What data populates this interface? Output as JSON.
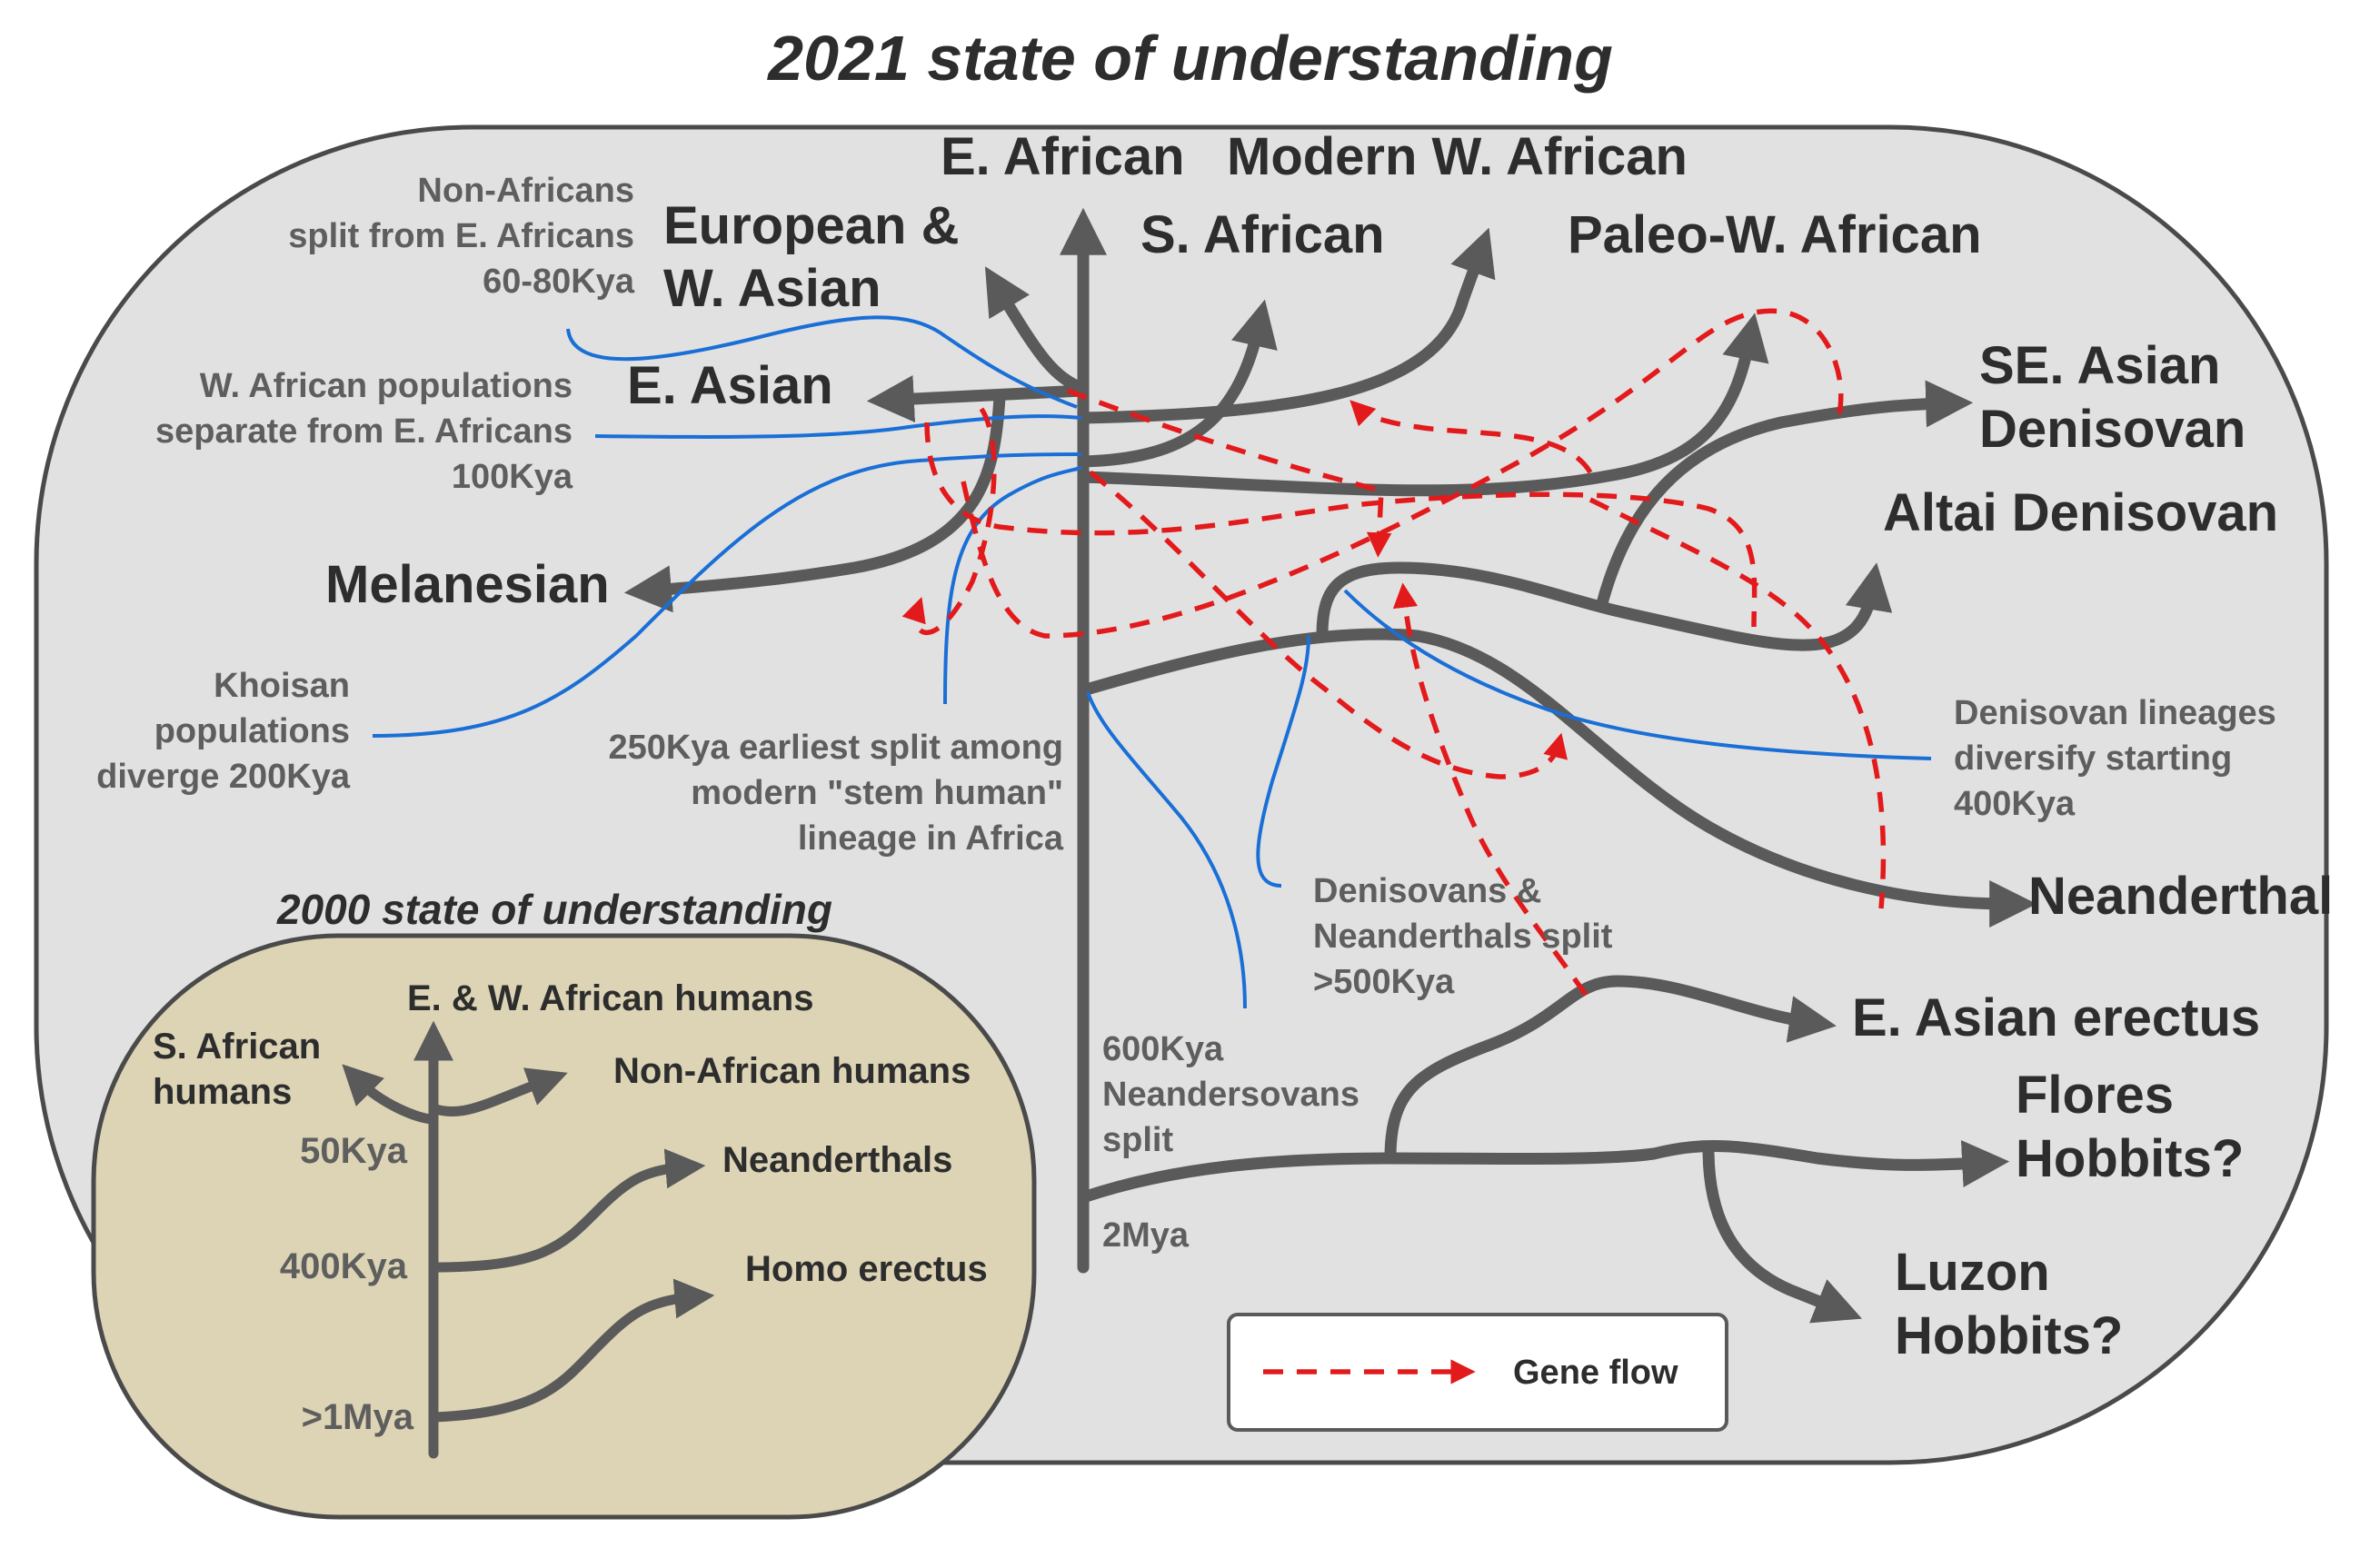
{
  "title": "2021 state of understanding",
  "main_labels": {
    "e_african": "E. African",
    "modern_w_african": "Modern W. African",
    "european_w_asian_1": "European &",
    "european_w_asian_2": "W. Asian",
    "s_african": "S. African",
    "paleo_w_african": "Paleo-W. African",
    "e_asian": "E. Asian",
    "se_asian_denisovan_1": "SE. Asian",
    "se_asian_denisovan_2": "Denisovan",
    "altai_denisovan": "Altai Denisovan",
    "melanesian": "Melanesian",
    "neanderthal": "Neanderthal",
    "e_asian_erectus": "E. Asian erectus",
    "flores_1": "Flores",
    "flores_2": "Hobbits?",
    "luzon_1": "Luzon",
    "luzon_2": "Hobbits?"
  },
  "annotations": {
    "non_african_split": [
      "Non-Africans",
      "split from E. Africans",
      "60-80Kya"
    ],
    "w_african_separate": [
      "W. African populations",
      "separate from E. Africans",
      "100Kya"
    ],
    "khoisan": [
      "Khoisan",
      "populations",
      "diverge 200Kya"
    ],
    "stem_human": [
      "250Kya earliest split among",
      "modern \"stem human\"",
      "lineage in Africa"
    ],
    "denisovan_diversify": [
      "Denisovan lineages",
      "diversify starting",
      "400Kya"
    ],
    "deni_neand_split": [
      "Denisovans &",
      "Neanderthals split",
      ">500Kya"
    ],
    "neandersovans": [
      "600Kya",
      "Neandersovans",
      "split"
    ],
    "two_mya": "2Mya"
  },
  "legend": {
    "gene_flow": "Gene flow"
  },
  "inset": {
    "title": "2000 state of understanding",
    "e_w_african": "E. & W. African humans",
    "s_african_1": "S. African",
    "s_african_2": "humans",
    "non_african": "Non-African humans",
    "neanderthals": "Neanderthals",
    "homo_erectus": "Homo erectus",
    "t_50kya": "50Kya",
    "t_400kya": "400Kya",
    "t_1mya": ">1Mya"
  },
  "colors": {
    "main_background": "#e1e1e1",
    "inset_background": "#dcd4b5",
    "tree": "#5a5a5a",
    "annotation_line": "#1a6fd6",
    "gene_flow": "#e31a1c"
  }
}
